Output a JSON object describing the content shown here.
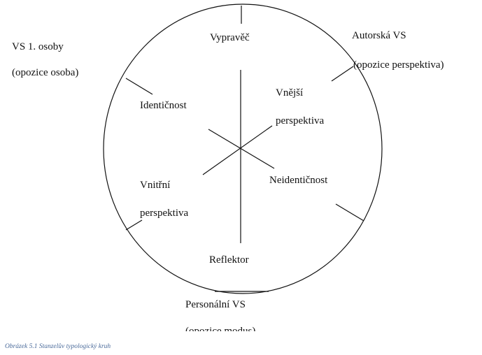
{
  "diagram": {
    "center_labels": {
      "top": "Vypravěč",
      "bottom": "Reflektor",
      "upper_left": "Identičnost",
      "right_middle": "Neidentičnost",
      "upper_right_line1": "Vnější",
      "upper_right_line2": "perspektiva",
      "lower_left_line1": "Vnitřní",
      "lower_left_line2": "perspektiva"
    },
    "outer_labels": {
      "top_left_line1": "VS 1. osoby",
      "top_left_line2": "(opozice osoba)",
      "top_right_line1": "Autorská VS",
      "top_right_line2": "(opozice perspektiva)",
      "bottom_line1": "Personální VS",
      "bottom_line2": "(opozice modus)"
    }
  },
  "caption": "Obrázek 5.1 Stanzelův typologický kruh",
  "colors": {
    "line": "#111111",
    "caption": "#4a6a9a"
  }
}
